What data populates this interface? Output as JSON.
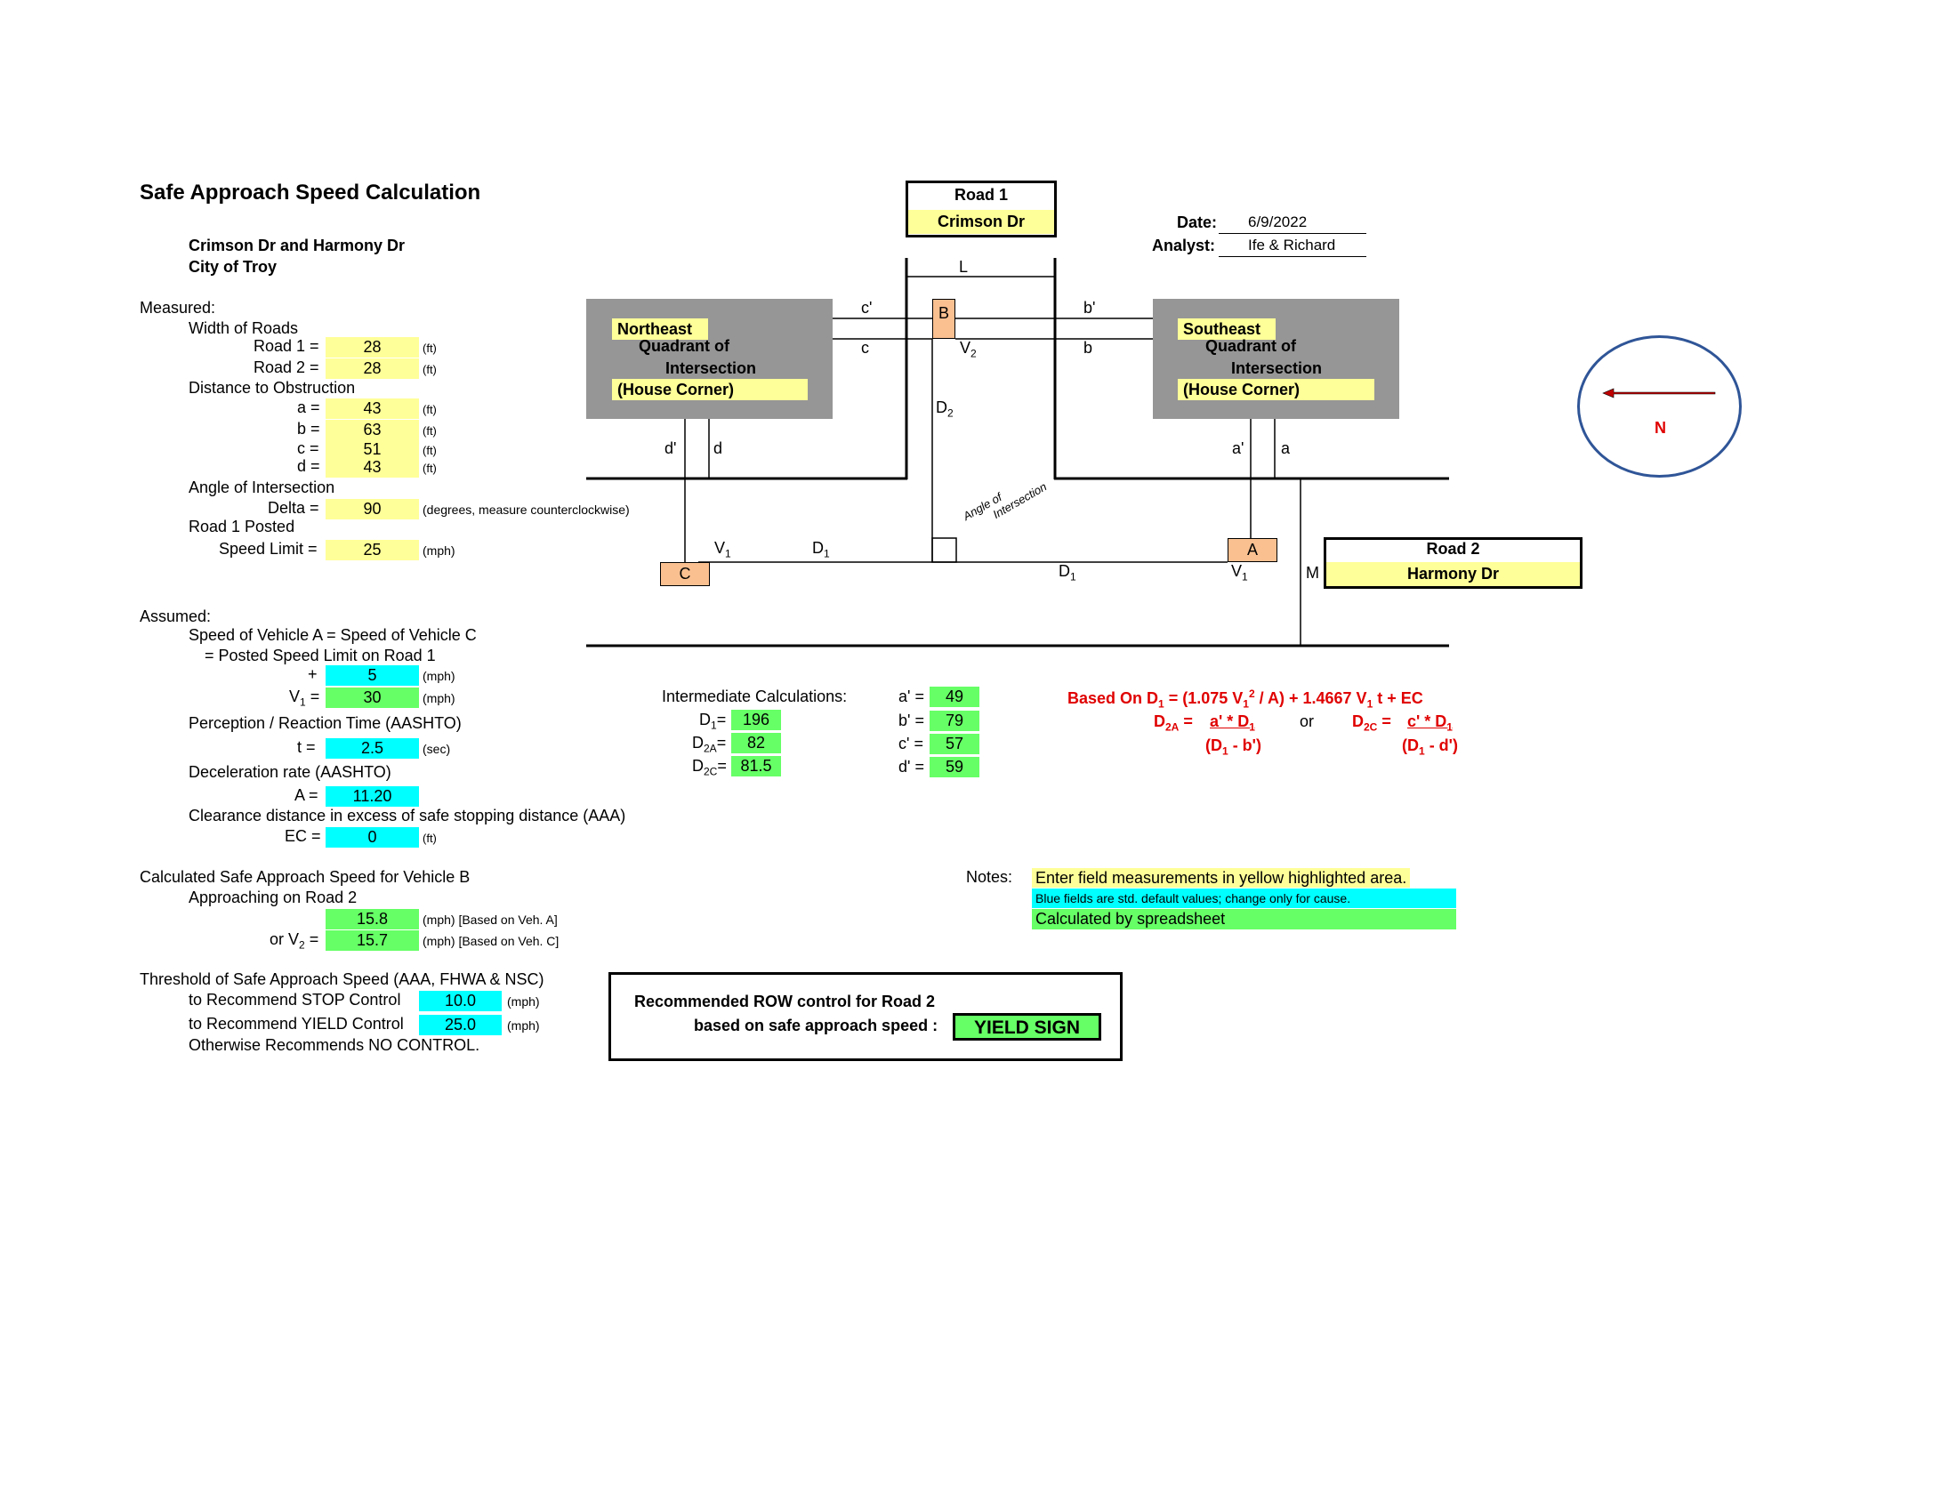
{
  "header": {
    "title": "Safe Approach Speed Calculation",
    "intersection": "Crimson Dr  and  Harmony Dr",
    "city": "City of Troy",
    "date_label": "Date:",
    "date": "6/9/2022",
    "analyst_label": "Analyst:",
    "analyst": "Ife & Richard"
  },
  "measured": {
    "heading": "Measured:",
    "width_heading": "Width of Roads",
    "road1_label": "Road 1 =",
    "road1": "28",
    "road2_label": "Road 2 =",
    "road2": "28",
    "unit_ft": "(ft)",
    "dist_heading": "Distance to Obstruction",
    "a_label": "a =",
    "a": "43",
    "b_label": "b =",
    "b": "63",
    "c_label": "c =",
    "c": "51",
    "d_label": "d =",
    "d": "43",
    "angle_heading": "Angle of Intersection",
    "delta_label": "Delta =",
    "delta": "90",
    "delta_unit": "(degrees, measure counterclockwise)",
    "posted_heading": "Road 1 Posted",
    "speed_label": "Speed Limit =",
    "speed": "25",
    "unit_mph": "(mph)"
  },
  "assumed": {
    "heading": "Assumed:",
    "line1": "Speed of Vehicle A = Speed of Vehicle C",
    "line2": "= Posted Speed Limit on Road 1",
    "plus_label": "+",
    "plus": "5",
    "v1_label": "V",
    "v1_sub": "1",
    "v1_eq": " =",
    "v1": "30",
    "prt_heading": "Perception / Reaction Time (AASHTO)",
    "t_label": "t =",
    "t": "2.5",
    "unit_sec": "(sec)",
    "decel_heading": "Deceleration rate (AASHTO)",
    "a_label": "A =",
    "a": "11.20",
    "clear_heading": "Clearance distance in excess of safe stopping distance (AAA)",
    "ec_label": "EC =",
    "ec": "0"
  },
  "calculated": {
    "heading": "Calculated Safe Approach Speed for Vehicle B",
    "sub": "Approaching on Road 2",
    "v2a": "15.8",
    "v2a_unit": "(mph) [Based on Veh. A]",
    "v2c_label": "or V",
    "v2c_sub": "2",
    "v2c_eq": " =",
    "v2c": "15.7",
    "v2c_unit": "(mph) [Based on Veh. C]"
  },
  "threshold": {
    "heading": "Threshold of Safe Approach Speed (AAA, FHWA & NSC)",
    "stop_label": "to Recommend STOP Control",
    "stop": "10.0",
    "yield_label": "to Recommend YIELD Control",
    "yield": "25.0",
    "unit": "(mph)",
    "otherwise": "Otherwise Recommends NO CONTROL."
  },
  "recommendation": {
    "line1": "Recommended ROW control for Road 2",
    "line2": "based on safe approach speed :",
    "value": "YIELD SIGN"
  },
  "intermediate": {
    "heading": "Intermediate Calculations:",
    "d1_label": "D",
    "d1_sub": "1",
    "d1_eq": "=",
    "d1": "196",
    "d2a_label": "D",
    "d2a_sub": "2A",
    "d2a_eq": "=",
    "d2a": "82",
    "d2c_label": "D",
    "d2c_sub": "2C",
    "d2c_eq": "=",
    "d2c": "81.5",
    "ap_label": "a' =",
    "ap": "49",
    "bp_label": "b' =",
    "bp": "79",
    "cp_label": "c' =",
    "cp": "57",
    "dp_label": "d' =",
    "dp": "59"
  },
  "formula": {
    "line1_a": "Based On  D",
    "line1_sub": "1",
    "line1_b": " = (1.075 V",
    "line1_sub2": "1",
    "line1_sup": "2",
    "line1_c": " / A) + 1.4667 V",
    "line1_sub3": "1",
    "line1_d": " t + EC",
    "d2a_left": "D",
    "d2a_sub": "2A",
    "d2a_eq": " =",
    "d2a_num_a": "a' * D",
    "d2a_num_sub": "1",
    "d2a_den": "(D",
    "d2a_den_sub": "1",
    "d2a_den_b": " - b')",
    "or": "or",
    "d2c_left": "D",
    "d2c_sub": "2C",
    "d2c_eq": " =",
    "d2c_num_a": "c' * D",
    "d2c_num_sub": "1",
    "d2c_den": "(D",
    "d2c_den_sub": "1",
    "d2c_den_b": " - d')"
  },
  "notes": {
    "label": "Notes:",
    "yellow": "Enter field measurements in yellow highlighted area.",
    "blue": "Blue fields are std. default values; change only for cause.",
    "green": "Calculated by spreadsheet"
  },
  "diagram": {
    "road1_title": "Road 1",
    "road1_name": "Crimson Dr",
    "road2_title": "Road 2",
    "road2_name": "Harmony Dr",
    "ne_1": "Northeast",
    "ne_2": "Quadrant of",
    "ne_3": "Intersection",
    "ne_4": "(House Corner)",
    "se_1": "Southeast",
    "se_2": "Quadrant of",
    "se_3": "Intersection",
    "se_4": "(House Corner)",
    "L": "L",
    "M": "M",
    "c_prime": "c'",
    "c": "c",
    "b_prime": "b'",
    "b": "b",
    "d_prime": "d'",
    "d": "d",
    "a_prime": "a'",
    "a": "a",
    "veh_b": "B",
    "veh_a": "A",
    "veh_c": "C",
    "V": "V",
    "sub1": "1",
    "sub2": "2",
    "D": "D",
    "angle_1": "Angle of",
    "angle_2": "Intersection",
    "compass": "N"
  },
  "colors": {
    "yellow": "#ffff99",
    "cyan": "#00ffff",
    "green": "#66ff66",
    "orange": "#fac090",
    "gray": "#969696",
    "red": "#e00000",
    "compass_ring": "#2f5597"
  }
}
